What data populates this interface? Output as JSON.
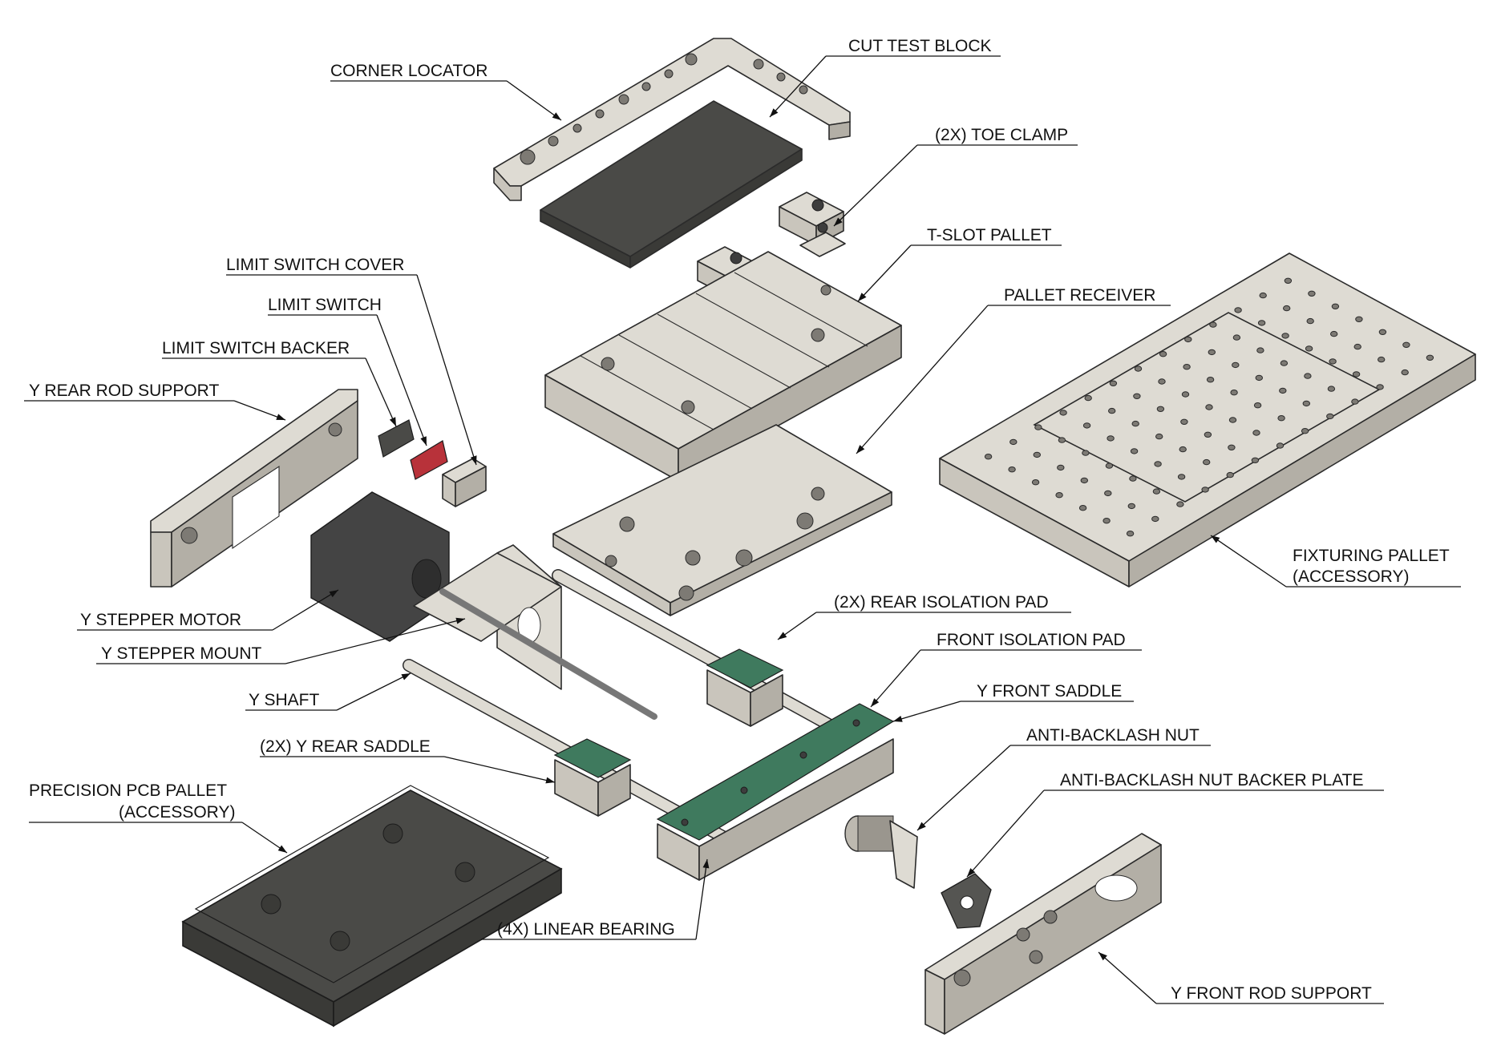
{
  "colors": {
    "part_light": "#dedbd3",
    "part_side": "#c9c5bc",
    "part_dark": "#b3afa6",
    "pad_green": "#3f7a5e",
    "dark_block": "#4a4a47",
    "dark_side": "#3a3a37",
    "motor": "#444444",
    "pcb_red": "#b8323a"
  },
  "parts": [
    {
      "id": "corner-locator",
      "label": "CORNER LOCATOR"
    },
    {
      "id": "cut-test-block",
      "label": "CUT TEST BLOCK"
    },
    {
      "id": "toe-clamp",
      "label": "(2X) TOE CLAMP"
    },
    {
      "id": "t-slot-pallet",
      "label": "T-SLOT PALLET"
    },
    {
      "id": "limit-switch-cover",
      "label": "LIMIT SWITCH COVER"
    },
    {
      "id": "limit-switch",
      "label": "LIMIT SWITCH"
    },
    {
      "id": "pallet-receiver",
      "label": "PALLET RECEIVER"
    },
    {
      "id": "limit-switch-backer",
      "label": "LIMIT SWITCH BACKER"
    },
    {
      "id": "y-rear-rod-support",
      "label": "Y REAR ROD SUPPORT"
    },
    {
      "id": "fixturing-pallet",
      "label": "FIXTURING PALLET",
      "label2": "(ACCESSORY)"
    },
    {
      "id": "y-stepper-motor",
      "label": "Y STEPPER MOTOR"
    },
    {
      "id": "rear-isolation-pad",
      "label": "(2X) REAR ISOLATION PAD"
    },
    {
      "id": "y-stepper-mount",
      "label": "Y STEPPER MOUNT"
    },
    {
      "id": "front-isolation-pad",
      "label": "FRONT ISOLATION PAD"
    },
    {
      "id": "y-shaft",
      "label": "Y SHAFT"
    },
    {
      "id": "y-front-saddle",
      "label": "Y FRONT SADDLE"
    },
    {
      "id": "anti-backlash-nut",
      "label": "ANTI-BACKLASH NUT"
    },
    {
      "id": "y-rear-saddle",
      "label": "(2X) Y REAR SADDLE"
    },
    {
      "id": "anti-backlash-backer",
      "label": "ANTI-BACKLASH NUT BACKER PLATE"
    },
    {
      "id": "precision-pcb-pallet",
      "label": "PRECISION PCB PALLET",
      "label2": "(ACCESSORY)"
    },
    {
      "id": "linear-bearing",
      "label": "(4X) LINEAR BEARING"
    },
    {
      "id": "y-front-rod-support",
      "label": "Y FRONT ROD SUPPORT"
    }
  ]
}
